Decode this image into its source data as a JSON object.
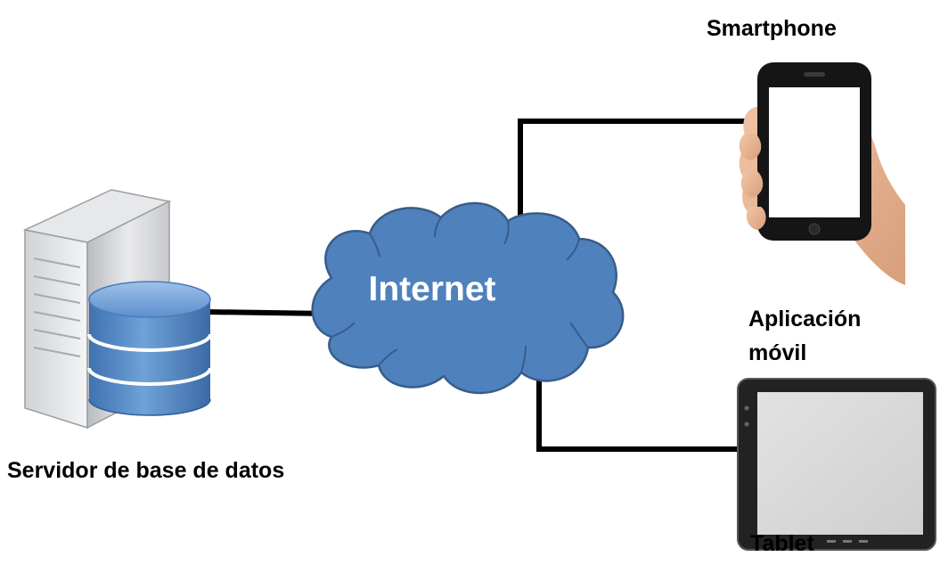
{
  "cloud": {
    "label": "Internet",
    "fill_color": "#4f81bd",
    "stroke_color": "#385d8a"
  },
  "nodes": {
    "server": {
      "label": "Servidor de base de datos",
      "icon": "database-server-icon"
    },
    "smartphone": {
      "label": "Smartphone",
      "icon": "smartphone-in-hand-icon"
    },
    "app": {
      "label_line1": "Aplicación",
      "label_line2": "móvil"
    },
    "tablet": {
      "label": "Tablet",
      "icon": "tablet-icon"
    }
  },
  "colors": {
    "connector": "#000000",
    "database": "#5b8ec9",
    "text": "#000000"
  }
}
